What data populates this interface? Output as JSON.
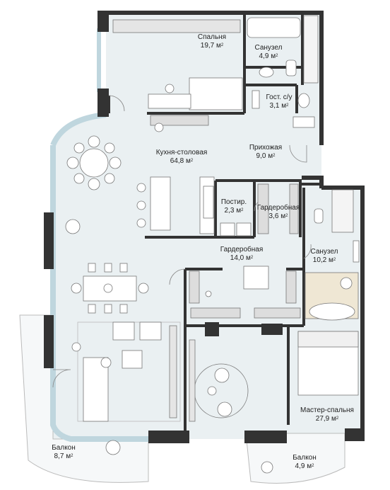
{
  "rooms": [
    {
      "name": "Спальня",
      "area": "19,7"
    },
    {
      "name": "Санузел",
      "area": "4,9"
    },
    {
      "name": "Гост. с/у",
      "area": "3,1"
    },
    {
      "name": "Кухня-столовая",
      "area": "64,8"
    },
    {
      "name": "Прихожая",
      "area": "9,0"
    },
    {
      "name": "Постир.",
      "area": "2,3"
    },
    {
      "name": "Гардеробная",
      "area": "3,6"
    },
    {
      "name": "Гардеробная",
      "area": "14,0"
    },
    {
      "name": "Санузел",
      "area": "10,2"
    },
    {
      "name": "Мастер-спальня",
      "area": "27,9"
    },
    {
      "name": "Балкон",
      "area": "8,7"
    },
    {
      "name": "Балкон",
      "area": "4,9"
    }
  ],
  "unit": "м",
  "unit_exp": "2",
  "colors": {
    "wall": "#333333",
    "floor": "#e9eff2",
    "glass": "#c9dde4",
    "wood": "#c8a878",
    "furniture": "#8a8a8a"
  }
}
